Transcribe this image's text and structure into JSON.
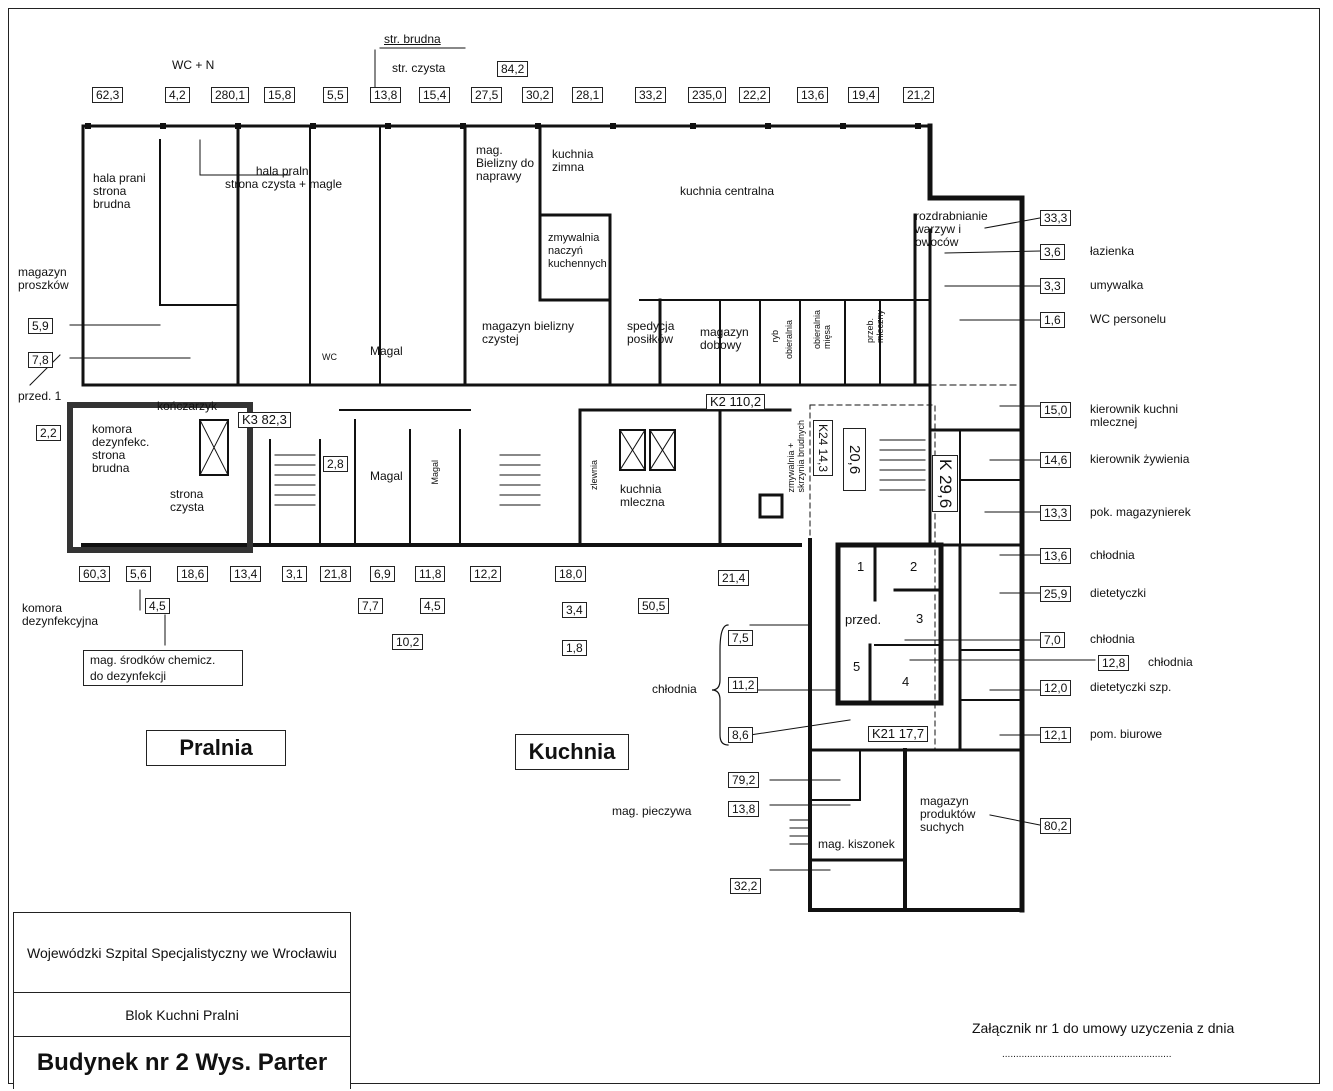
{
  "top_labels": {
    "str_brudna": "str. brudna",
    "str_czysta": "str. czysta",
    "wc_n": "WC + N",
    "values": [
      "62,3",
      "4,2",
      "280,1",
      "15,8",
      "5,5",
      "13,8",
      "15,4",
      "27,5",
      "30,2",
      "28,1",
      "33,2",
      "235,0",
      "22,2",
      "13,6",
      "19,4",
      "21,2"
    ],
    "box_842": "84,2"
  },
  "rooms": {
    "hala_prani_brudna": "hala prani\nstrona\nbrudna",
    "hala_pralni_czysta": "hala pralni\nstrona czysta + magle",
    "mag_bielizny": "mag.\nBielizny do\nnaprawy",
    "kuchnia_zimna": "kuchnia\nzimna",
    "kuchnia_centralna": "kuchnia centralna",
    "zmywalnia": "zmywalnia\nnaczyń\nkuchennych",
    "magazyn_proszkow": "magazyn\nproszków",
    "magazyn_bielizny_czystej": "magazyn bielizny\nczystej",
    "spedycja": "spedycja\nposiłków",
    "magazyn_dobowy": "magazyn\ndobowy",
    "magal_1": "Magal",
    "magal_2": "Magal",
    "wc": "WC",
    "przed1": "przed. 1",
    "konfarzyk": "kończarzyk",
    "komora_brudna": "komora\ndezynfekc.\nstrona\nbrudna",
    "strona_czysta": "strona\nczysta",
    "kuchnia_mleczna": "kuchnia\nmleczna",
    "magal_3": "Magal",
    "komora_dez": "komora\ndezynfekcyjna",
    "mag_srodkow": "mag. środków chemicz.\ndo dezynfekcji",
    "rozdrabnianie": "rozdrabnianie\nwarzyw i\nowoców",
    "przed": "przed.",
    "mag_kiszonek": "mag. kiszonek",
    "magazyn_produktow": "magazyn\nproduktów\nsuchych",
    "chlodnia_group": "chłodnia",
    "mag_pieczywa": "mag. pieczywa"
  },
  "right_legend": [
    {
      "value": "33,3",
      "label": ""
    },
    {
      "value": "3,6",
      "label": "łazienka"
    },
    {
      "value": "3,3",
      "label": "umywalka"
    },
    {
      "value": "1,6",
      "label": "WC personelu"
    },
    {
      "value": "15,0",
      "label": "kierownik kuchni\nmlecznej"
    },
    {
      "value": "14,6",
      "label": "kierownik żywienia"
    },
    {
      "value": "13,3",
      "label": "pok. magazynierek"
    },
    {
      "value": "13,6",
      "label": "chłodnia"
    },
    {
      "value": "25,9",
      "label": "dietetyczki"
    },
    {
      "value": "7,0",
      "label": "chłodnia"
    },
    {
      "value": "12,8",
      "label": "chłodnia"
    },
    {
      "value": "12,0",
      "label": "dietetyczki szp."
    },
    {
      "value": "12,1",
      "label": "pom. biurowe"
    },
    {
      "value": "80,2",
      "label": ""
    }
  ],
  "left_values": {
    "v59": "5,9",
    "v78": "7,8",
    "v22": "2,2",
    "k3": "K3 82,3",
    "v28": "2,8"
  },
  "bottom_values": [
    "60,3",
    "5,6",
    "18,6",
    "13,4",
    "3,1",
    "21,8",
    "6,9",
    "11,8",
    "12,2",
    "18,0",
    "21,4"
  ],
  "lower_values": {
    "v45a": "4,5",
    "v77": "7,7",
    "v45b": "4,5",
    "v102": "10,2",
    "v34": "3,4",
    "v505": "50,5",
    "v18": "1,8"
  },
  "k2": "K2 110,2",
  "k24": "K24  14,3",
  "v206": "20,6",
  "k29": "K 29,6",
  "chlodnie_group": [
    "7,5",
    "11,2",
    "8,6"
  ],
  "rooms_numbers": [
    "1",
    "2",
    "3",
    "4",
    "5"
  ],
  "k21": "K21 17,7",
  "bottom_right_values": {
    "v792": "79,2",
    "v138": "13,8",
    "v322": "32,2"
  },
  "section_names": {
    "pralnia": "Pralnia",
    "kuchnia": "Kuchnia"
  },
  "title_block": {
    "hospital": "Wojewódzki Szpital Specjalistyczny we Wrocławiu",
    "block": "Blok Kuchni Pralni",
    "building": "Budynek nr 2 Wys. Parter"
  },
  "annex": {
    "text": "Załącznik nr 1 do umowy uzyczenia z dnia",
    "dots": "............................................................."
  },
  "vertical_labels": {
    "zlewnia": "zlewnia",
    "zmywalnia_wozkow": "zmywalnia +\nskrzynia brudnych",
    "obieralnia": "obieralnia",
    "obieralnia_mies": "obieralnia\nmięsa",
    "przeb_mleczna": "przeb.\nmleczny",
    "ryb": "ryb"
  }
}
